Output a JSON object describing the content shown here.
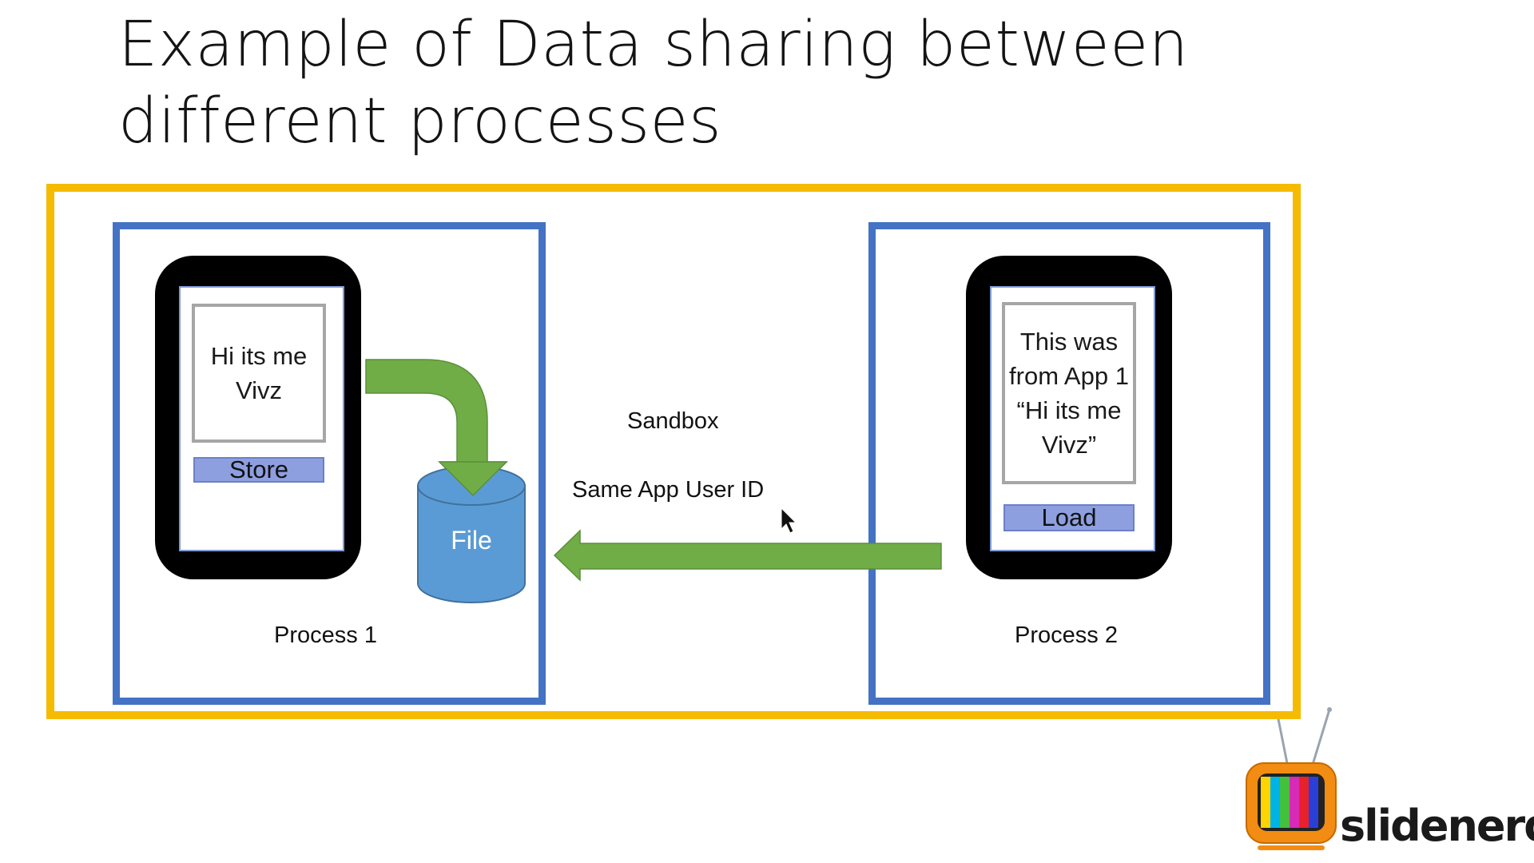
{
  "slide": {
    "title": "Example of Data sharing between different processes"
  },
  "diagram": {
    "process1": {
      "label": "Process 1",
      "textbox": "Hi its me Vivz",
      "button": "Store"
    },
    "process2": {
      "label": "Process 2",
      "textbox": "This was from App 1 “Hi its me Vivz”",
      "button": "Load"
    },
    "file": "File",
    "sandbox_label": "Sandbox",
    "app_user_id_label": "Same App User ID"
  },
  "branding": {
    "logo_text": "slidenerd"
  },
  "colors": {
    "sandbox_border": "#f5bb00",
    "process_border": "#4472c4",
    "arrow": "#70ad47",
    "file": "#5b9bd5",
    "button": "#8e9fe0"
  },
  "icons": {
    "cursor": "mouse-pointer-icon",
    "logo": "retro-tv-icon"
  }
}
